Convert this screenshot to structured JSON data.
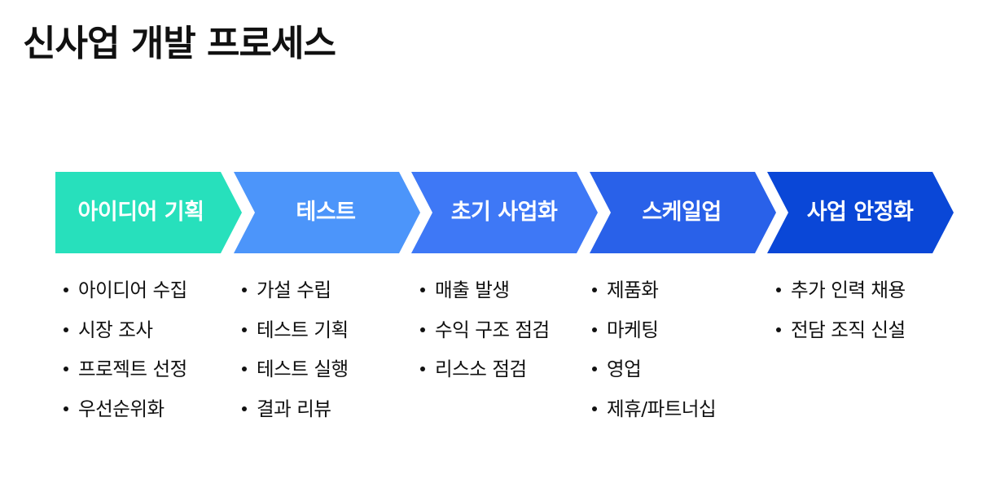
{
  "title": "신사업 개발 프로세스",
  "stages": [
    {
      "label": "아이디어 기획",
      "color": "#27E0BC",
      "items": [
        "아이디어 수집",
        "시장 조사",
        "프로젝트 선정",
        "우선순위화"
      ]
    },
    {
      "label": "테스트",
      "color": "#4C95FA",
      "items": [
        "가설 수립",
        "테스트 기획",
        "테스트 실행",
        "결과 리뷰"
      ]
    },
    {
      "label": "초기 사업화",
      "color": "#3E78F6",
      "items": [
        "매출 발생",
        "수익 구조 점검",
        "리스소 점검"
      ]
    },
    {
      "label": "스케일업",
      "color": "#2961E9",
      "items": [
        "제품화",
        "마케팅",
        "영업",
        "제휴/파트너십"
      ]
    },
    {
      "label": "사업 안정화",
      "color": "#0A47D7",
      "items": [
        "추가 인력 채용",
        "전담 조직 신설"
      ]
    }
  ]
}
